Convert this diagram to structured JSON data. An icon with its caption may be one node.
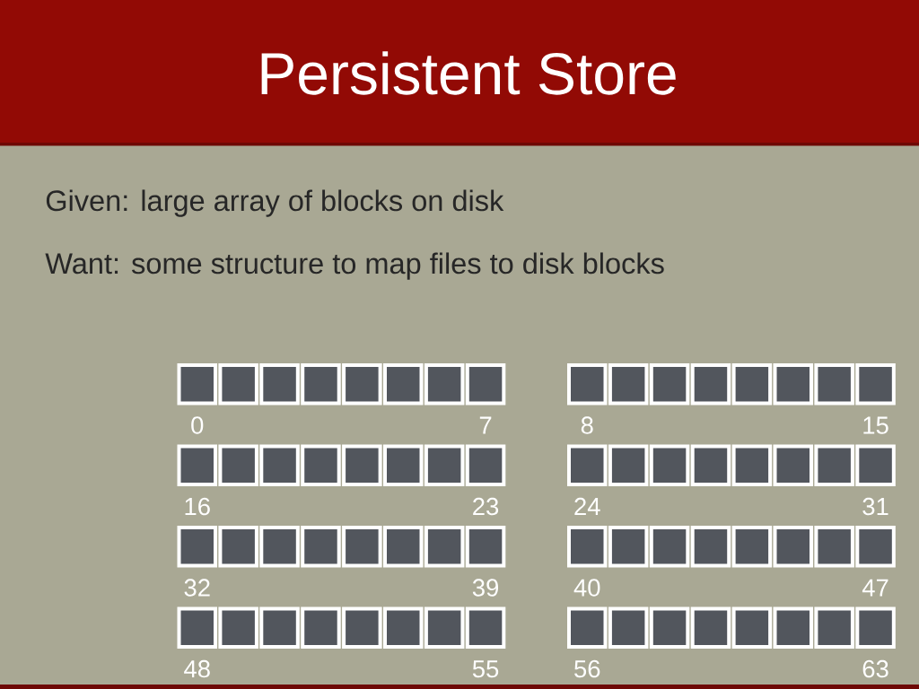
{
  "diagram": {
    "title": "Persistent Store",
    "nodes": [
      {
        "text": [],
        "shape": "box",
        "beside": [
          "0"
        ]
      },
      {
        "text": [],
        "shape": "box"
      },
      {
        "text": [],
        "shape": "box"
      },
      {
        "text": [],
        "shape": "box"
      },
      {
        "text": [],
        "shape": "box"
      },
      {
        "text": [],
        "shape": "box"
      },
      {
        "text": [],
        "shape": "box"
      },
      {
        "text": [],
        "shape": "box",
        "beside": [
          "7"
        ]
      },
      {
        "text": [],
        "shape": "box",
        "beside": [
          "8"
        ]
      },
      {
        "text": [],
        "shape": "box"
      },
      {
        "text": [],
        "shape": "box"
      },
      {
        "text": [],
        "shape": "box"
      },
      {
        "text": [],
        "shape": "box"
      },
      {
        "text": [],
        "shape": "box"
      },
      {
        "text": [],
        "shape": "box"
      },
      {
        "text": [],
        "shape": "box",
        "beside": [
          "15"
        ]
      },
      {
        "text": [],
        "shape": "box",
        "beside": [
          "16"
        ]
      },
      {
        "text": [],
        "shape": "box"
      },
      {
        "text": [],
        "shape": "box"
      },
      {
        "text": [],
        "shape": "box"
      },
      {
        "text": [],
        "shape": "box"
      },
      {
        "text": [],
        "shape": "box"
      },
      {
        "text": [],
        "shape": "box"
      },
      {
        "text": [],
        "shape": "box",
        "beside": [
          "23"
        ]
      },
      {
        "text": [],
        "shape": "box",
        "beside": [
          "24"
        ]
      },
      {
        "text": [],
        "shape": "box"
      },
      {
        "text": [],
        "shape": "box"
      },
      {
        "text": [],
        "shape": "box"
      },
      {
        "text": [],
        "shape": "box"
      },
      {
        "text": [],
        "shape": "box"
      },
      {
        "text": [],
        "shape": "box"
      },
      {
        "text": [],
        "shape": "box",
        "beside": [
          "31"
        ]
      },
      {
        "text": [],
        "shape": "box",
        "beside": [
          "32"
        ]
      },
      {
        "text": [],
        "shape": "box"
      },
      {
        "text": [],
        "shape": "box"
      },
      {
        "text": [],
        "shape": "box"
      },
      {
        "text": [],
        "shape": "box"
      },
      {
        "text": [],
        "shape": "box"
      },
      {
        "text": [],
        "shape": "box"
      },
      {
        "text": [],
        "shape": "box",
        "beside": [
          "39"
        ]
      },
      {
        "text": [],
        "shape": "box",
        "beside": [
          "40"
        ]
      },
      {
        "text": [],
        "shape": "box"
      },
      {
        "text": [],
        "shape": "box"
      },
      {
        "text": [],
        "shape": "box"
      },
      {
        "text": [],
        "shape": "box"
      },
      {
        "text": [],
        "shape": "box"
      },
      {
        "text": [],
        "shape": "box"
      },
      {
        "text": [],
        "shape": "box",
        "beside": [
          "47"
        ]
      },
      {
        "text": [],
        "shape": "box",
        "beside": [
          "48"
        ]
      },
      {
        "text": [],
        "shape": "box"
      },
      {
        "text": [],
        "shape": "box"
      },
      {
        "text": [],
        "shape": "box"
      },
      {
        "text": [],
        "shape": "box"
      },
      {
        "text": [],
        "shape": "box"
      },
      {
        "text": [],
        "shape": "box"
      },
      {
        "text": [],
        "shape": "box",
        "beside": [
          "55"
        ]
      },
      {
        "text": [],
        "shape": "box",
        "beside": [
          "56"
        ]
      },
      {
        "text": [],
        "shape": "box"
      },
      {
        "text": [],
        "shape": "box"
      },
      {
        "text": [],
        "shape": "box"
      },
      {
        "text": [],
        "shape": "box"
      },
      {
        "text": [],
        "shape": "box"
      },
      {
        "text": [],
        "shape": "box"
      },
      {
        "text": [],
        "shape": "box",
        "beside": [
          "63"
        ]
      }
    ],
    "labels": [
      "Given: large array of blocks on disk",
      "Want: some structure to map files to disk blocks"
    ]
  }
}
